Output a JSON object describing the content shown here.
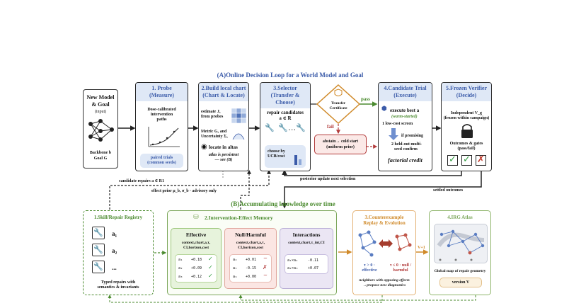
{
  "top_title": "(A)Online Decision Loop for a World Model and Goal",
  "input_box": {
    "l1": "New Model",
    "l2": "& Goal",
    "l3": "(input)",
    "l4": "Backbone b",
    "l5": "Goal G"
  },
  "probe": {
    "title1": "1. Probe",
    "title2": "(Measure)",
    "d1": "Dose-calibrated",
    "d2": "intervention",
    "d3": "paths",
    "f1": "paired trials",
    "f2": "(common seeds)"
  },
  "chart": {
    "title1": "2.Build local chart",
    "title2": "(Chart & Locate)",
    "e1": "estimate Jₓ",
    "e2": "from probes",
    "m1": "Metric Gₓ and",
    "m2": "Uncertainty Σₓ",
    "loc": "locate in altas",
    "p1": "atlas is persistent",
    "p2": "— see (B)"
  },
  "selector": {
    "title1": "3.Selector",
    "title2": "(Transfer & Choose)",
    "r1": "repair candidates",
    "r2": "a ∈ R",
    "u1": "choose by",
    "u2": "UCB/cost"
  },
  "certificate": {
    "l1": "Transfer",
    "l2": "Certificate",
    "pass": "pass",
    "fail": "fail",
    "ab1": "abstain→ cold start",
    "ab2": "(uniform prior)"
  },
  "trial": {
    "title1": "4.Candidate Trial",
    "title2": "(Execute)",
    "x1": "execute best a",
    "x2": "(warm-started)",
    "x3": "1 low-cost screen",
    "x4": "if promising",
    "x5": "2 held-out multi-",
    "x6": "seed confirm",
    "credit": "factorial credit"
  },
  "verifier": {
    "title1": "5.Frozen Verifier",
    "title2": "(Decide)",
    "v1": "Independent V_g",
    "v2": "(frozen within campaign)",
    "o1": "Outcomes & gates",
    "o2": "(pass/fail)"
  },
  "arrows": {
    "posterior": "posterior update next selection",
    "settled": "settled outcomes",
    "candrep": "candidate repairs a ∈ R1",
    "prior": "effect prior μ_b, σ_b · advisory only",
    "v1": "V+1"
  },
  "sec_b_title": "(B)Accumulating knowledge over time",
  "registry": {
    "title": "1.Skill/Repair Registry",
    "a1": "a₁",
    "a2": "a₂",
    "a3": "...",
    "f1": "Typed repairs with",
    "f2": "semantics & invariants"
  },
  "memory": {
    "title": "2.Intervention-Effect Memory",
    "effective": {
      "title": "Effective",
      "ctx1": "context,chart,a,τ,",
      "ctx2": "CI,horizon,cost",
      "rows": [
        "+0.18",
        "+0.09",
        "+0.12"
      ],
      "keys": [
        "a₁",
        "a₂",
        "a₃"
      ]
    },
    "null": {
      "title": "Null/Harmful",
      "ctx1": "context,chart,a,τ,",
      "ctx2": "CI,horizon,cost",
      "rows": [
        "+0.01",
        "-0.15",
        "+0.00"
      ],
      "keys": [
        "a₄",
        "a₅",
        "a₆"
      ]
    },
    "inter": {
      "title": "Interactions",
      "ctx1": "context,chart,τ_int,CI",
      "rows": [
        "-0.11",
        "+0.07"
      ],
      "keys": [
        "a₁×a₄",
        "a₂×a₃"
      ]
    }
  },
  "counter": {
    "title1": "3.Counterexample",
    "title2": "Replay & Evolution",
    "eff1": "τ > 0 ·",
    "eff2": "effective",
    "null1": "τ ≤ 0 · null /",
    "null2": "harmful",
    "f1": "neighbors with opposing effects",
    "f2": "→propose new diagnostics"
  },
  "atlas": {
    "title": "4.IRG Atlas",
    "f1": "Global map of repair geometry",
    "ver": "version V"
  },
  "colors": {
    "green": "#4a8a2e",
    "blue": "#3b5ba9",
    "orange": "#d08a2a",
    "red": "#b23a3a"
  }
}
